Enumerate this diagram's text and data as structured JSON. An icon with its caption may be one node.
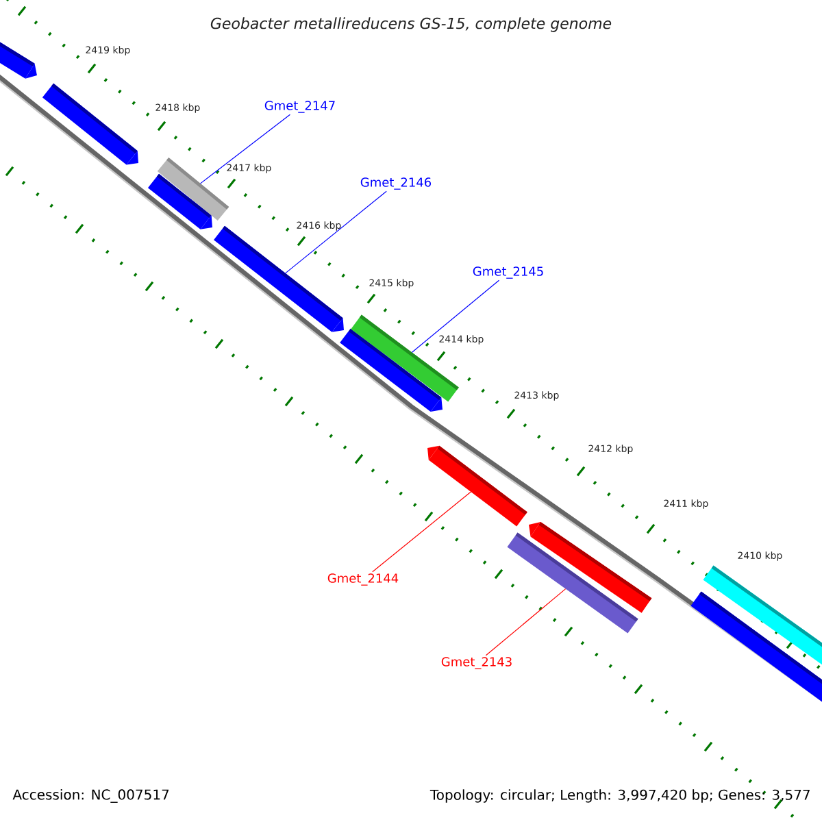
{
  "diagram": {
    "title": "Geobacter metallireducens GS-15, complete genome",
    "nodes": [
      {
        "text": [
          "Gmet_2147"
        ]
      },
      {
        "text": [
          "Gmet_2146"
        ]
      },
      {
        "text": [
          "Gmet_2145"
        ]
      },
      {
        "text": [
          "Gmet_2144"
        ]
      },
      {
        "text": [
          "Gmet_2143"
        ]
      },
      {
        "text": [],
        "shape": "bar"
      },
      {
        "text": [],
        "shape": "bar"
      },
      {
        "text": [],
        "shape": "bar"
      },
      {
        "text": [],
        "shape": "bar"
      },
      {
        "text": [],
        "shape": "bar"
      }
    ],
    "edges": [
      {
        "from": 0,
        "to": 5,
        "arrow": "none",
        "color": "#0000ff"
      },
      {
        "from": 1,
        "to": 6,
        "arrow": "none",
        "color": "#0000ff"
      },
      {
        "from": 2,
        "to": 7,
        "arrow": "none",
        "color": "#0000ff"
      },
      {
        "from": 3,
        "to": 8,
        "arrow": "none",
        "color": "#ff0000"
      },
      {
        "from": 4,
        "to": 9,
        "arrow": "none",
        "color": "#ff0000"
      }
    ],
    "labels": [
      "2419 kbp",
      "2418 kbp",
      "2417 kbp",
      "2416 kbp",
      "2415 kbp",
      "2414 kbp",
      "2413 kbp",
      "2412 kbp",
      "2411 kbp",
      "2410 kbp",
      "Accession: NC_007517",
      "Topology: circular; Length: 3,997,420 bp; Genes: 3,577"
    ]
  }
}
